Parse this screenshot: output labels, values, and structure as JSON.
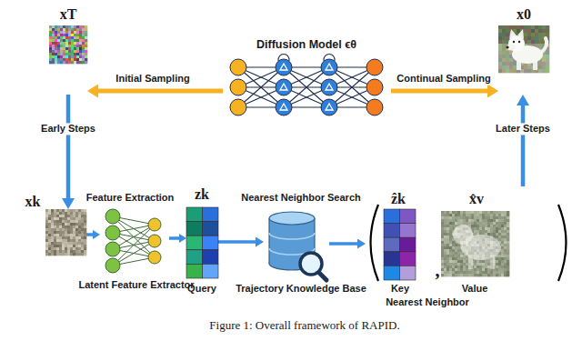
{
  "diagram": {
    "caption": "Figure 1: Overall framework of RAPID.",
    "nodes": [
      {
        "text": [
          "xT"
        ]
      },
      {
        "text": [
          "Diffusion Model ϵθ"
        ]
      },
      {
        "text": [
          "x0"
        ]
      },
      {
        "text": [
          "xk"
        ]
      },
      {
        "text": [
          "Feature Extraction",
          "Latent Feature Extractor"
        ]
      },
      {
        "text": [
          "zk",
          "Query"
        ]
      },
      {
        "text": [
          "Nearest Neighbor Search",
          "Trajectory Knowledge Base"
        ]
      },
      {
        "text": [
          "Nearest Neighbor"
        ]
      },
      {
        "text": [
          "ẑk",
          "Key"
        ],
        "in": 7
      },
      {
        "text": [
          "x̂v",
          "Value"
        ],
        "in": 7
      }
    ],
    "edges": [
      {
        "from": 1,
        "to": 0,
        "label": "Initial Sampling",
        "arrow": "to"
      },
      {
        "from": 1,
        "to": 2,
        "label": "Continual Sampling",
        "arrow": "to"
      },
      {
        "from": 0,
        "to": 3,
        "label": "Early Steps",
        "arrow": "to"
      },
      {
        "from": 7,
        "to": 2,
        "label": "Later Steps",
        "arrow": "to"
      },
      {
        "from": 3,
        "to": 4,
        "arrow": "to"
      },
      {
        "from": 4,
        "to": 5,
        "arrow": "to"
      },
      {
        "from": 5,
        "to": 6,
        "arrow": "to"
      },
      {
        "from": 6,
        "to": 7,
        "arrow": "to"
      }
    ],
    "labels": [
      ","
    ]
  }
}
